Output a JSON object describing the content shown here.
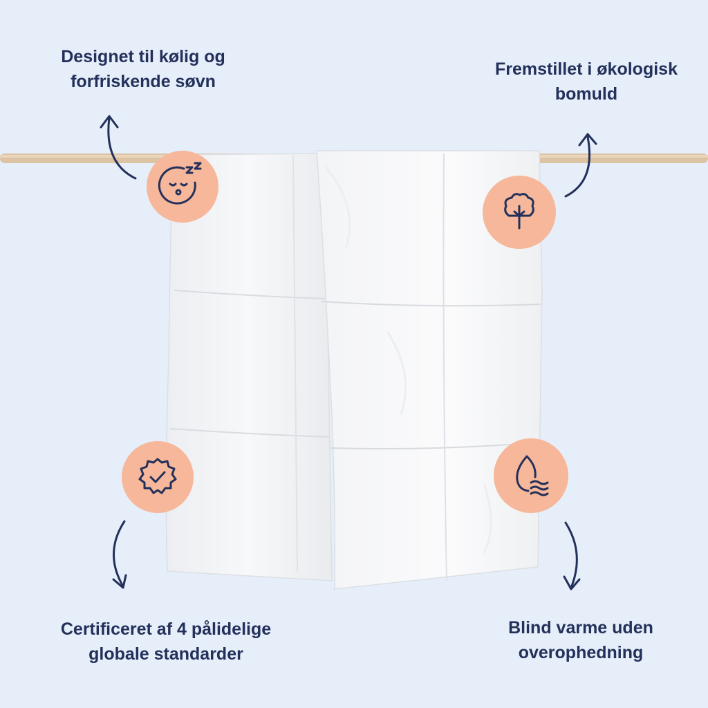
{
  "features": {
    "top_left": {
      "line1": "Designet til kølig og",
      "line2": "forfriskende søvn",
      "icon": "sleep-face-icon"
    },
    "top_right": {
      "line1": "Fremstillet i økologisk",
      "line2": "bomuld",
      "icon": "cotton-plant-icon"
    },
    "bottom_left": {
      "line1": "Certificeret af 4 pålidelige",
      "line2": "globale standarder",
      "icon": "certified-badge-icon"
    },
    "bottom_right": {
      "line1": "Blind varme uden",
      "line2": "overophedning",
      "icon": "moisture-waves-icon"
    }
  },
  "colors": {
    "background": "#e6eefa",
    "text": "#23305a",
    "badge": "#f6b79a",
    "arrow": "#23305a",
    "rod": "#dcc3a3"
  }
}
